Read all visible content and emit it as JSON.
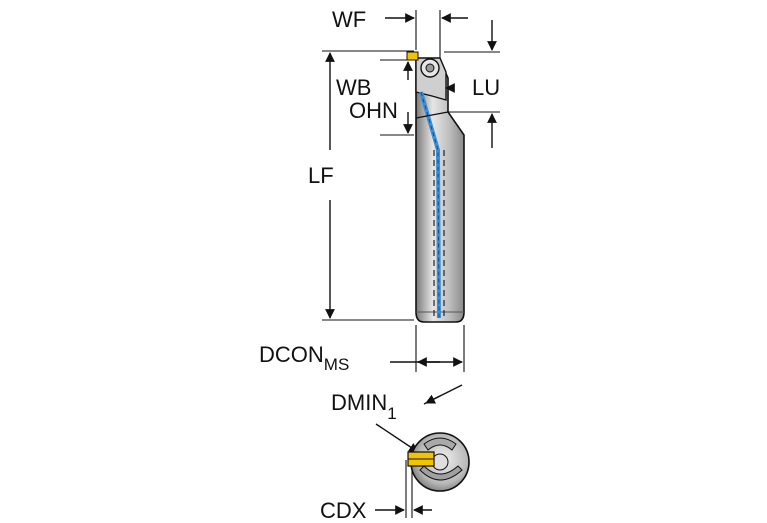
{
  "labels": {
    "wf": "WF",
    "wb": "WB",
    "lu": "LU",
    "ohn": "OHN",
    "lf": "LF",
    "dcon": "DCON",
    "dcon_sub": "MS",
    "dmin": "DMIN",
    "dmin_sub": "1",
    "cdx": "CDX"
  },
  "colors": {
    "body_light": "#d9d9d9",
    "body_mid": "#b3b3b3",
    "body_dark": "#6e6e6e",
    "coolant": "#3a8fd6",
    "insert": "#f2c400",
    "outline": "#111111"
  }
}
